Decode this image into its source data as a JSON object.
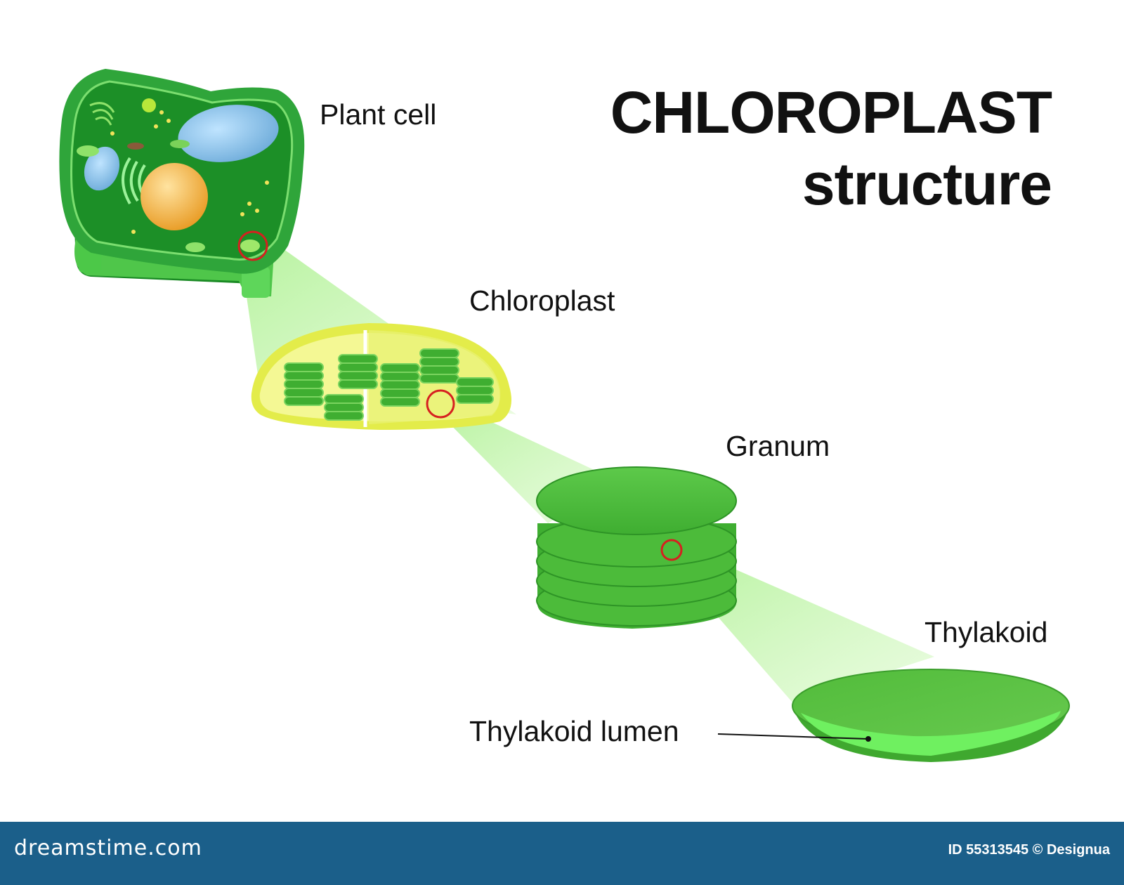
{
  "title": {
    "line1": "CHLOROPLAST",
    "line2": "structure"
  },
  "labels": {
    "plant_cell": "Plant cell",
    "chloroplast": "Chloroplast",
    "granum": "Granum",
    "thylakoid": "Thylakoid",
    "thylakoid_lumen": "Thylakoid lumen"
  },
  "footer": {
    "logo": "dreamstime.com",
    "credit": "ID 55313545 © Designua"
  },
  "colors": {
    "cell_green": "#1e9c2b",
    "chloroplast_yellow": "#e3ec4a",
    "granum_green": "#4cbb3a",
    "thylakoid_green": "#57c23e",
    "lumen_green": "#6ff060",
    "zoom_beam": "#bdf5a5",
    "highlight_ring": "#d62020",
    "footer_bar": "#1b5f8a"
  }
}
